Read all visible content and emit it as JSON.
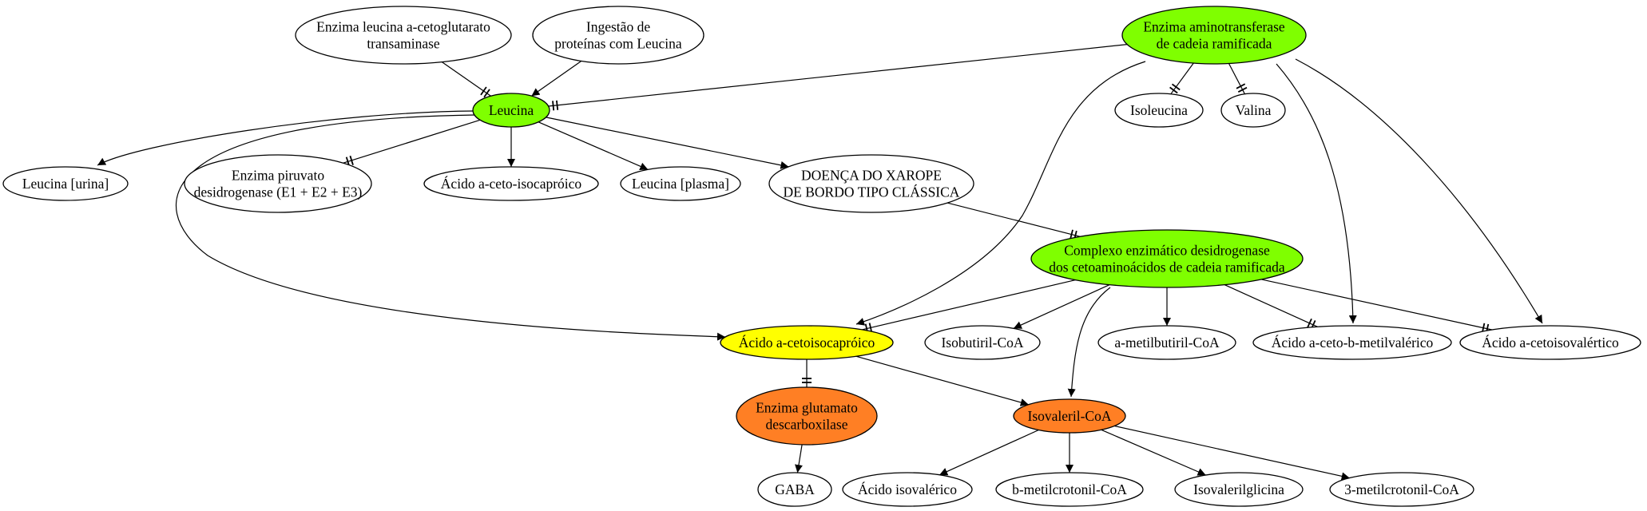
{
  "colors": {
    "green": "#7fff00",
    "yellow": "#ffff00",
    "orange": "#ff7f24",
    "white": "#ffffff",
    "stroke": "#000000"
  },
  "nodes": [
    {
      "id": "enz-leucina-transaminase",
      "lines": [
        "Enzima leucina a-cetoglutarato",
        "transaminase"
      ],
      "fill": "white"
    },
    {
      "id": "ingestao-proteinas",
      "lines": [
        "Ingestão de",
        "proteínas com Leucina"
      ],
      "fill": "white"
    },
    {
      "id": "enz-aminotransferase",
      "lines": [
        "Enzima aminotransferase",
        "de cadeia ramificada"
      ],
      "fill": "green"
    },
    {
      "id": "leucina",
      "lines": [
        "Leucina"
      ],
      "fill": "green"
    },
    {
      "id": "isoleucina",
      "lines": [
        "Isoleucina"
      ],
      "fill": "white"
    },
    {
      "id": "valina",
      "lines": [
        "Valina"
      ],
      "fill": "white"
    },
    {
      "id": "leucina-urina",
      "lines": [
        "Leucina [urina]"
      ],
      "fill": "white"
    },
    {
      "id": "enz-piruvato",
      "lines": [
        "Enzima piruvato",
        "desidrogenase (E1 + E2 + E3)"
      ],
      "fill": "white"
    },
    {
      "id": "acido-ceto-isocaproico",
      "lines": [
        "Ácido a-ceto-isocapróico"
      ],
      "fill": "white"
    },
    {
      "id": "leucina-plasma",
      "lines": [
        "Leucina [plasma]"
      ],
      "fill": "white"
    },
    {
      "id": "doenca-xarope",
      "lines": [
        "DOENÇA DO XAROPE",
        "DE BORDO TIPO CLÁSSICA"
      ],
      "fill": "white"
    },
    {
      "id": "complexo-enzimatico",
      "lines": [
        "Complexo enzimático desidrogenase",
        "dos cetoaminoácidos de cadeia ramificada"
      ],
      "fill": "green"
    },
    {
      "id": "acido-cetoisocaproico",
      "lines": [
        "Ácido a-cetoisocapróico"
      ],
      "fill": "yellow"
    },
    {
      "id": "isobutiril-coa",
      "lines": [
        "Isobutiril-CoA"
      ],
      "fill": "white"
    },
    {
      "id": "metilbutiril-coa",
      "lines": [
        "a-metilbutiril-CoA"
      ],
      "fill": "white"
    },
    {
      "id": "acido-ceto-metilvalerico",
      "lines": [
        "Ácido a-ceto-b-metilvalérico"
      ],
      "fill": "white"
    },
    {
      "id": "acido-cetoisovalerico",
      "lines": [
        "Ácido a-cetoisovalértico"
      ],
      "fill": "white"
    },
    {
      "id": "enz-glutamato",
      "lines": [
        "Enzima glutamato",
        "descarboxilase"
      ],
      "fill": "orange"
    },
    {
      "id": "isovaleril-coa",
      "lines": [
        "Isovaleril-CoA"
      ],
      "fill": "orange"
    },
    {
      "id": "gaba",
      "lines": [
        "GABA"
      ],
      "fill": "white"
    },
    {
      "id": "acido-isovalerico",
      "lines": [
        "Ácido isovalérico"
      ],
      "fill": "white"
    },
    {
      "id": "metilcrotonil-coa-b",
      "lines": [
        "b-metilcrotonil-CoA"
      ],
      "fill": "white"
    },
    {
      "id": "isovalerilglicina",
      "lines": [
        "Isovalerilglicina"
      ],
      "fill": "white"
    },
    {
      "id": "metilcrotonil-coa-3",
      "lines": [
        "3-metilcrotonil-CoA"
      ],
      "fill": "white"
    }
  ],
  "edges": [
    {
      "from": "enz-leucina-transaminase",
      "to": "leucina",
      "type": "inhibit"
    },
    {
      "from": "ingestao-proteinas",
      "to": "leucina",
      "type": "arrow"
    },
    {
      "from": "enz-aminotransferase",
      "to": "leucina",
      "type": "inhibit"
    },
    {
      "from": "enz-aminotransferase",
      "to": "isoleucina",
      "type": "inhibit"
    },
    {
      "from": "enz-aminotransferase",
      "to": "valina",
      "type": "inhibit"
    },
    {
      "from": "enz-aminotransferase",
      "to": "acido-cetoisocaproico",
      "type": "arrow"
    },
    {
      "from": "enz-aminotransferase",
      "to": "acido-ceto-metilvalerico",
      "type": "arrow"
    },
    {
      "from": "enz-aminotransferase",
      "to": "acido-cetoisovalerico",
      "type": "arrow"
    },
    {
      "from": "leucina",
      "to": "leucina-urina",
      "type": "arrow"
    },
    {
      "from": "leucina",
      "to": "enz-piruvato",
      "type": "inhibit"
    },
    {
      "from": "leucina",
      "to": "acido-ceto-isocaproico",
      "type": "arrow"
    },
    {
      "from": "leucina",
      "to": "leucina-plasma",
      "type": "arrow"
    },
    {
      "from": "leucina",
      "to": "doenca-xarope",
      "type": "arrow"
    },
    {
      "from": "leucina",
      "to": "acido-cetoisocaproico",
      "type": "arrow"
    },
    {
      "from": "doenca-xarope",
      "to": "complexo-enzimatico",
      "type": "inhibit"
    },
    {
      "from": "complexo-enzimatico",
      "to": "acido-cetoisocaproico",
      "type": "inhibit"
    },
    {
      "from": "complexo-enzimatico",
      "to": "isobutiril-coa",
      "type": "arrow"
    },
    {
      "from": "complexo-enzimatico",
      "to": "metilbutiril-coa",
      "type": "arrow"
    },
    {
      "from": "complexo-enzimatico",
      "to": "acido-ceto-metilvalerico",
      "type": "inhibit"
    },
    {
      "from": "complexo-enzimatico",
      "to": "acido-cetoisovalerico",
      "type": "inhibit"
    },
    {
      "from": "complexo-enzimatico",
      "to": "isovaleril-coa",
      "type": "arrow"
    },
    {
      "from": "acido-cetoisocaproico",
      "to": "enz-glutamato",
      "type": "inhibit"
    },
    {
      "from": "acido-cetoisocaproico",
      "to": "isovaleril-coa",
      "type": "arrow"
    },
    {
      "from": "enz-glutamato",
      "to": "gaba",
      "type": "arrow"
    },
    {
      "from": "isovaleril-coa",
      "to": "acido-isovalerico",
      "type": "arrow"
    },
    {
      "from": "isovaleril-coa",
      "to": "metilcrotonil-coa-b",
      "type": "arrow"
    },
    {
      "from": "isovaleril-coa",
      "to": "isovalerilglicina",
      "type": "arrow"
    },
    {
      "from": "isovaleril-coa",
      "to": "metilcrotonil-coa-3",
      "type": "arrow"
    }
  ]
}
